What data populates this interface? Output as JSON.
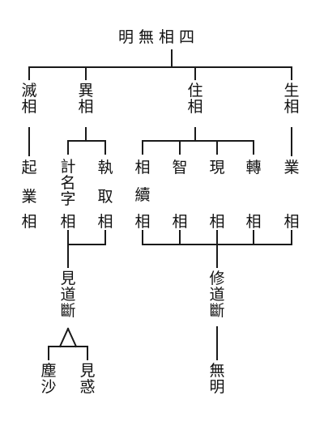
{
  "title": "明無相四",
  "level1": {
    "destroy": "滅相",
    "change": "異相",
    "abide": "住相",
    "arise": "生相"
  },
  "level2": {
    "qi": "起",
    "ye_left": "業",
    "jiming": "計名字",
    "zhi_attach": "執",
    "qu": "取",
    "xiang_cont": "相",
    "xu": "續",
    "zhi_wisdom": "智",
    "xian": "現",
    "zhuan": "轉",
    "ye_right": "業"
  },
  "row_xiang": {
    "c1": "相",
    "c2": "相",
    "c3": "相",
    "c4": "相",
    "c5": "相",
    "c6": "相",
    "c7": "相",
    "c8": "相"
  },
  "level3": {
    "jiandao": "見道斷",
    "xiudao": "修道斷"
  },
  "level4": {
    "chensha": "塵沙",
    "jianhuo": "見惑",
    "wuming": "無明"
  }
}
